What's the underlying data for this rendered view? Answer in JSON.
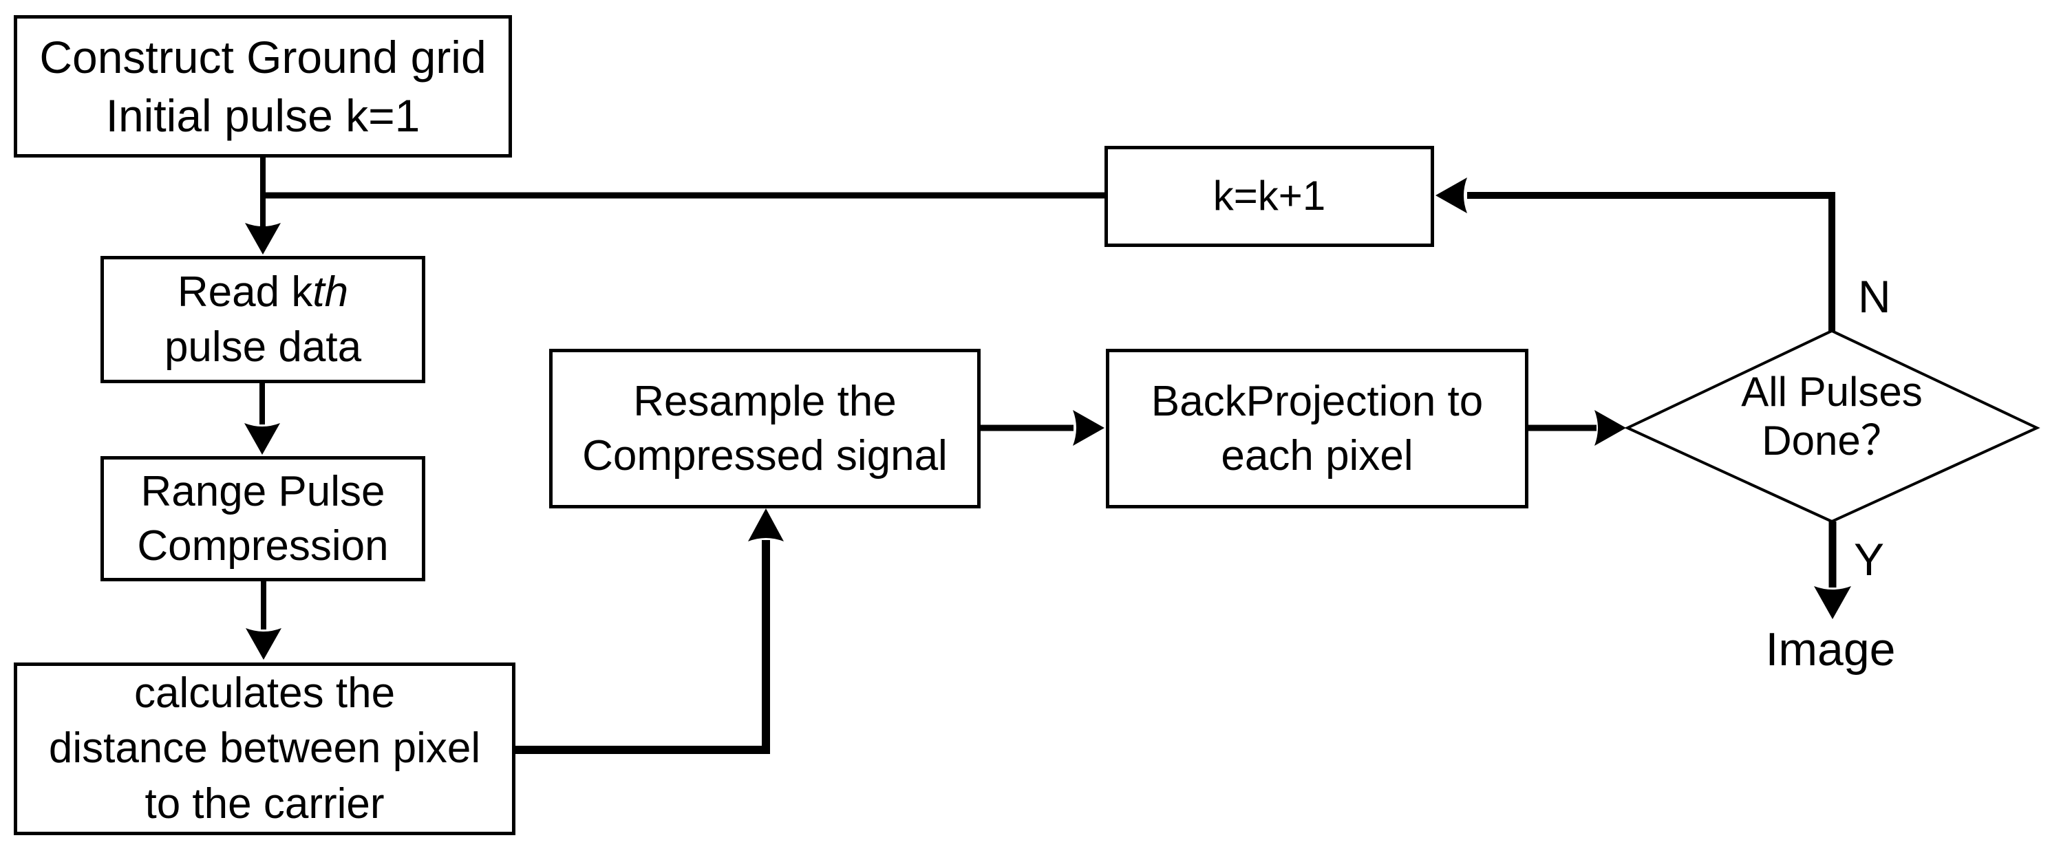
{
  "colors": {
    "background": "#ffffff",
    "ink": "#000000"
  },
  "nodes": {
    "construct": {
      "lines": [
        "Construct Ground grid",
        "Initial pulse k=1"
      ]
    },
    "read": {
      "line1_pre": "Read k",
      "line1_italic": "th",
      "line2": "pulse data"
    },
    "range": {
      "lines": [
        "Range Pulse",
        "Compression"
      ]
    },
    "calc_distance": {
      "lines": [
        "calculates the",
        "distance between pixel",
        "to the carrier"
      ]
    },
    "resample": {
      "lines": [
        "Resample the",
        "Compressed signal"
      ]
    },
    "backprojection": {
      "lines": [
        "BackProjection to",
        "each pixel"
      ]
    },
    "increment": {
      "label": "k=k+1"
    },
    "decision": {
      "lines": [
        "All Pulses",
        "Done？"
      ]
    }
  },
  "labels": {
    "no_branch": "N",
    "yes_branch": "Y",
    "output": "Image"
  }
}
